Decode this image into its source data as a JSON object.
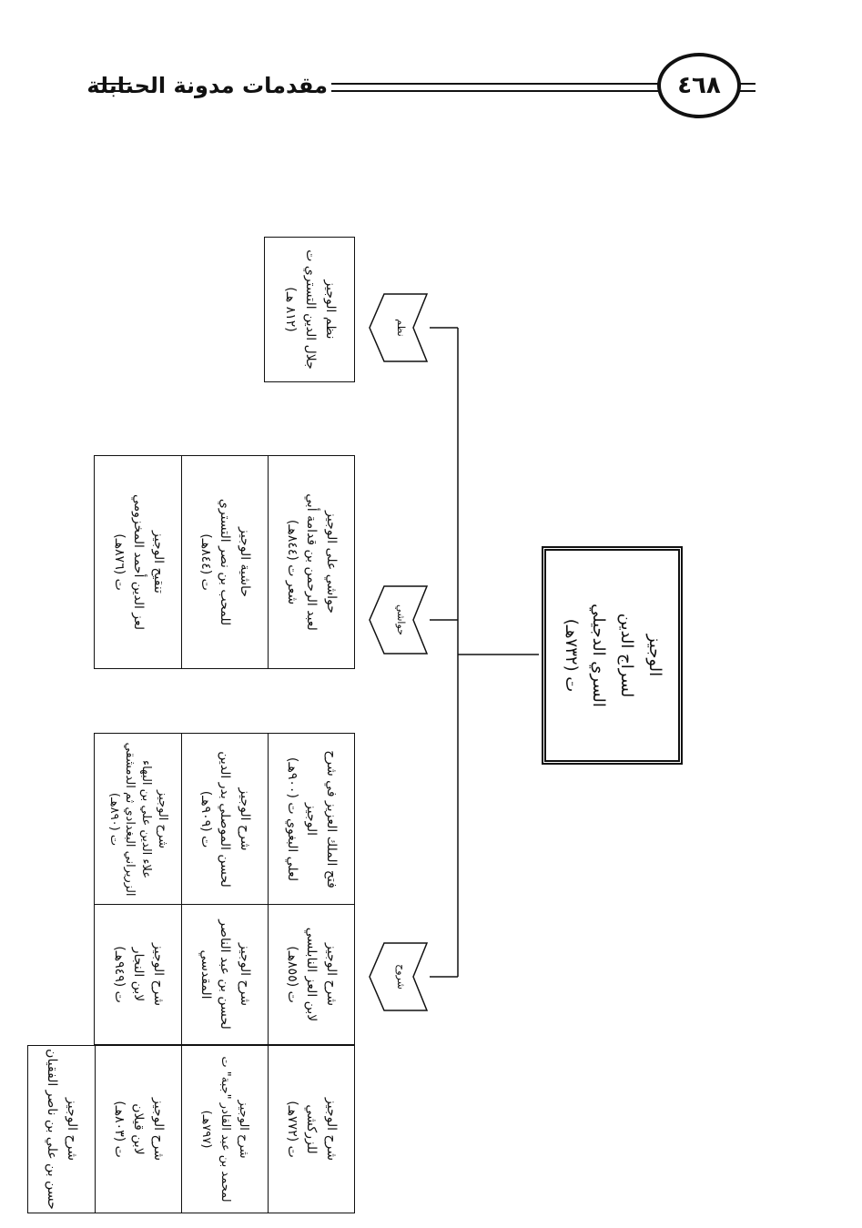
{
  "header": {
    "book_title": "مقدمات مدونة الحنابلة",
    "page_number": "٤٦٨"
  },
  "root": {
    "lines": [
      "الوجيز",
      "لسراج الدين",
      "السري الدجيلي",
      "ت (٧٣٢هـ)"
    ]
  },
  "branches": {
    "nazm": {
      "label": "نظم",
      "items": [
        {
          "lines": [
            "نظم الوجيز",
            "جلال الدين التستري ت",
            "(٨١٢ هـ)"
          ]
        }
      ]
    },
    "hawashi": {
      "label": "حواشي",
      "items": [
        {
          "lines": [
            "حواشي على الوجيز",
            "لعبد الرحمن بن قدامة أبي",
            "شعر ت (٨٤٤هـ)"
          ]
        },
        {
          "lines": [
            "حاشية الوجيز",
            "للمحب بن نصر التستري",
            "ت (٨٤٤هـ)"
          ]
        },
        {
          "lines": [
            "تنقيح الوجيز",
            "لعز الدين أحمد المخزومي",
            "ت (٨٧٦هـ)"
          ]
        }
      ]
    },
    "shuruh": {
      "label": "شروح",
      "items": [
        {
          "lines": [
            "فتح الملك العزيز في شرح",
            "الوجيز",
            "لعلي البغوي ت (٩٠٠هـ)"
          ]
        },
        {
          "lines": [
            "شرح الوجيز",
            "لابن العز النابلسي",
            "ت (٨٥٥هـ)"
          ]
        },
        {
          "lines": [
            "شرح الوجيز",
            "للزركشي",
            "ت (٧٧٢هـ)"
          ]
        },
        {
          "lines": [
            "شرح الوجيز",
            "لحسن الموصلي بدر الدين",
            "ت (٩٠٩هـ)"
          ]
        },
        {
          "lines": [
            "شرح الوجيز",
            "لحسن بن عبد الناصر",
            "المقدسي"
          ]
        },
        {
          "lines": [
            "شرح الوجيز",
            "لمحمد بن عبد القادر \"جبة\" ت",
            "(٧٩٧هـ)"
          ]
        },
        {
          "lines": [
            "شرح الوجيز",
            "علاء الدين علي بن البهاء",
            "الزريراني البغدادي ثم الدمشقي",
            "ت (٨٩٠هـ)"
          ]
        },
        {
          "lines": [
            "شرح الوجيز",
            "لابن النجار",
            "ت (٩٤٩هـ)"
          ]
        },
        {
          "lines": [
            "شرح الوجيز",
            "لابن قيلان",
            "ت (٨٠٣هـ)"
          ]
        },
        {
          "lines": [
            "شرح الوجيز",
            "حسن بن علي بن ناصر الفقيان"
          ]
        }
      ]
    }
  }
}
